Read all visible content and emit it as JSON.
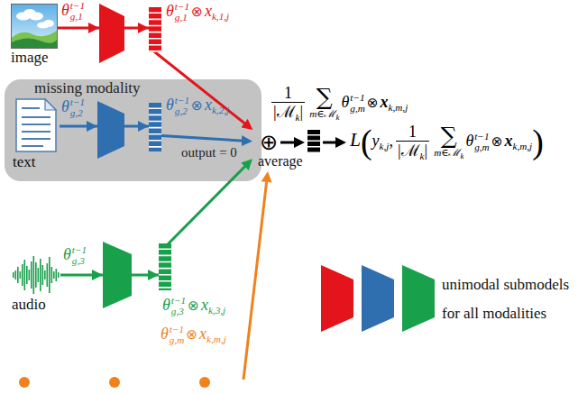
{
  "diagram": {
    "nodes": [
      {
        "text": [
          "image"
        ]
      },
      {
        "text": [
          "missing modality"
        ]
      },
      {
        "text": [
          "text"
        ],
        "in": 1
      },
      {
        "text": [
          "audio"
        ]
      },
      {
        "text": [
          "⊕",
          "average"
        ]
      }
    ],
    "edges": [
      {
        "from": 0,
        "to": 4,
        "arrow": "to"
      },
      {
        "from": 2,
        "to": 4,
        "label": "output = 0",
        "arrow": "to"
      },
      {
        "from": 3,
        "to": 4,
        "arrow": "to"
      }
    ],
    "labels": [
      "θ",
      "t−1",
      "g,1",
      "θ",
      "t−1",
      "g,1",
      "⊗",
      "x",
      "k,1,j",
      "θ",
      "t−1",
      "g,2",
      "θ",
      "t−1",
      "g,2",
      "⊗",
      "x",
      "k,2,j",
      "θ",
      "t−1",
      "g,3",
      "θ",
      "t−1",
      "g,3",
      "⊗",
      "x",
      "k,3,j",
      "θ",
      "t−1",
      "g,m",
      "⊗",
      "x",
      "k,m,j",
      "1",
      "|ℳ",
      "k",
      "|",
      "∑",
      "m∈ℳ",
      "k",
      "θ",
      "t−1",
      "g,m",
      "⊗",
      "x",
      "k,m,j",
      "L",
      "(",
      "y",
      "k,j",
      ",",
      "1",
      "|ℳ",
      "k",
      "|",
      "∑",
      "m∈ℳ",
      "k",
      "θ",
      "t−1",
      "g,m",
      "⊗",
      "x",
      "k,m,j",
      ")"
    ],
    "legend": [
      {
        "text": "unimodal submodels for all modalities"
      }
    ]
  }
}
